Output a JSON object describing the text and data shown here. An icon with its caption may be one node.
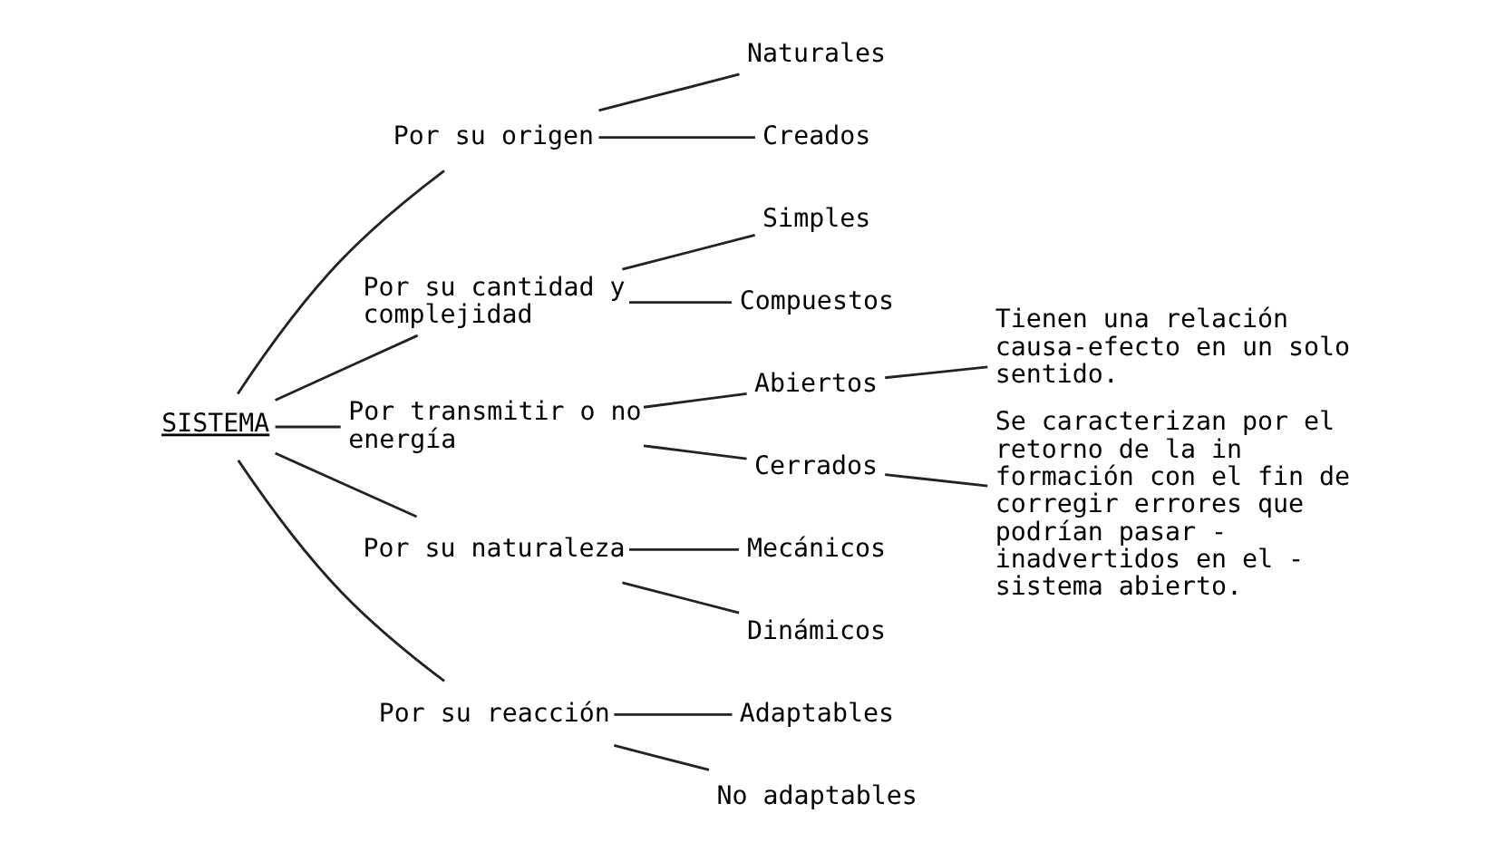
{
  "diagram": {
    "nodes": [
      {
        "text": [
          "SISTEMA"
        ]
      },
      {
        "text": [
          "Por su origen"
        ]
      },
      {
        "text": [
          "Naturales"
        ]
      },
      {
        "text": [
          "Creados"
        ]
      },
      {
        "text": [
          "Por su cantidad y complejidad"
        ]
      },
      {
        "text": [
          "Simples"
        ]
      },
      {
        "text": [
          "Compuestos"
        ]
      },
      {
        "text": [
          "Por transmitir o no energía"
        ]
      },
      {
        "text": [
          "Abiertos"
        ]
      },
      {
        "text": [
          "Tienen una relación causa-efecto en un solo sentido."
        ]
      },
      {
        "text": [
          "Cerrados"
        ]
      },
      {
        "text": [
          "Se caracterizan por el retorno de la in formación con el fin de corregir errores que podrían pasar - inadvertidos en el - sistema abierto."
        ]
      },
      {
        "text": [
          "Por su naturaleza"
        ]
      },
      {
        "text": [
          "Mecánicos"
        ]
      },
      {
        "text": [
          "Dinámicos"
        ]
      },
      {
        "text": [
          "Por su reacción"
        ]
      },
      {
        "text": [
          "Adaptables"
        ]
      },
      {
        "text": [
          "No adaptables"
        ]
      }
    ],
    "edges": [
      {
        "from": 0,
        "to": 1,
        "arrow": "none"
      },
      {
        "from": 0,
        "to": 4,
        "arrow": "none"
      },
      {
        "from": 0,
        "to": 7,
        "arrow": "none"
      },
      {
        "from": 0,
        "to": 12,
        "arrow": "none"
      },
      {
        "from": 0,
        "to": 15,
        "arrow": "none"
      },
      {
        "from": 1,
        "to": 2,
        "arrow": "none"
      },
      {
        "from": 1,
        "to": 3,
        "arrow": "none"
      },
      {
        "from": 4,
        "to": 5,
        "arrow": "none"
      },
      {
        "from": 4,
        "to": 6,
        "arrow": "none"
      },
      {
        "from": 7,
        "to": 8,
        "arrow": "none"
      },
      {
        "from": 7,
        "to": 10,
        "arrow": "none"
      },
      {
        "from": 8,
        "to": 9,
        "arrow": "none"
      },
      {
        "from": 10,
        "to": 11,
        "arrow": "none"
      },
      {
        "from": 12,
        "to": 13,
        "arrow": "none"
      },
      {
        "from": 12,
        "to": 14,
        "arrow": "none"
      },
      {
        "from": 15,
        "to": 16,
        "arrow": "none"
      },
      {
        "from": 15,
        "to": 17,
        "arrow": "none"
      }
    ]
  }
}
